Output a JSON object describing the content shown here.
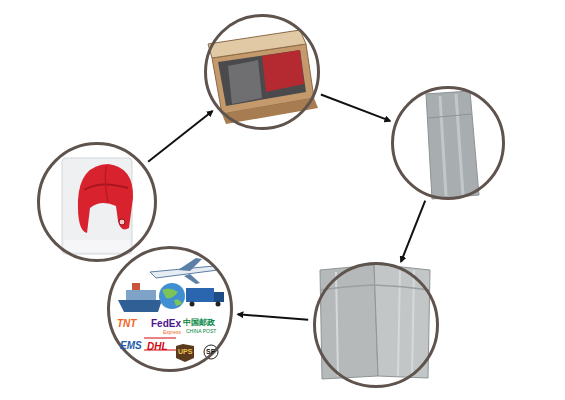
{
  "diagram": {
    "nodes": [
      {
        "text": []
      },
      {
        "text": []
      },
      {
        "text": []
      },
      {
        "text": []
      },
      {
        "text": [
          "TNT",
          "FedEx",
          "Express",
          "中国邮政",
          "CHINA POST",
          "EMS",
          "DHL",
          "UPS",
          "SF"
        ]
      }
    ],
    "edges": [
      {
        "from": 0,
        "to": 1,
        "arrow": "to"
      },
      {
        "from": 1,
        "to": 2,
        "arrow": "to"
      },
      {
        "from": 2,
        "to": 3,
        "arrow": "to"
      },
      {
        "from": 3,
        "to": 4,
        "arrow": "to"
      }
    ]
  }
}
